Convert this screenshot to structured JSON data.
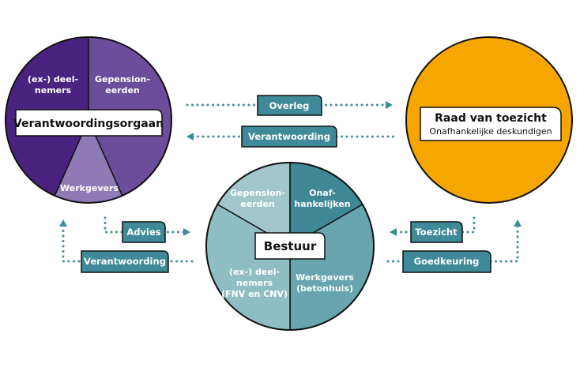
{
  "colors": {
    "purple_dark": "#4a2380",
    "purple_mid": "#6c4d9b",
    "purple_light": "#8e7ab5",
    "orange": "#f7a600",
    "teal_light": "#a1c7cd",
    "teal_dark": "#3f8896",
    "teal_mid": "#68a5af",
    "teal_soft": "#8fbdc4",
    "tag_fill": "#3f8a98"
  },
  "verantwoordingsorgaan": {
    "title": "Verantwoordingsorgaan",
    "segments": [
      {
        "lines": [
          "(ex-) deel-",
          "nemers"
        ]
      },
      {
        "lines": [
          "Gepension-",
          "eerden"
        ]
      },
      {
        "lines": [
          "Werkgevers"
        ]
      }
    ]
  },
  "raad_van_toezicht": {
    "title": "Raad van toezicht",
    "subtitle": "Onafhankelijke deskundigen"
  },
  "bestuur": {
    "title": "Bestuur",
    "segments": [
      {
        "lines": [
          "Gepension-",
          "eerden"
        ]
      },
      {
        "lines": [
          "Onaf-",
          "hankelijken"
        ]
      },
      {
        "lines": [
          "Werkgevers",
          "(betonhuis)"
        ]
      },
      {
        "lines": [
          "(ex-) deel-",
          "nemers",
          "(FNV en CNV)"
        ]
      }
    ]
  },
  "relations": {
    "overleg": "Overleg",
    "verantwoording_top": "Verantwoording",
    "advies": "Advies",
    "verantwoording_bottom": "Verantwoording",
    "toezicht": "Toezicht",
    "goedkeuring": "Goedkeuring"
  }
}
